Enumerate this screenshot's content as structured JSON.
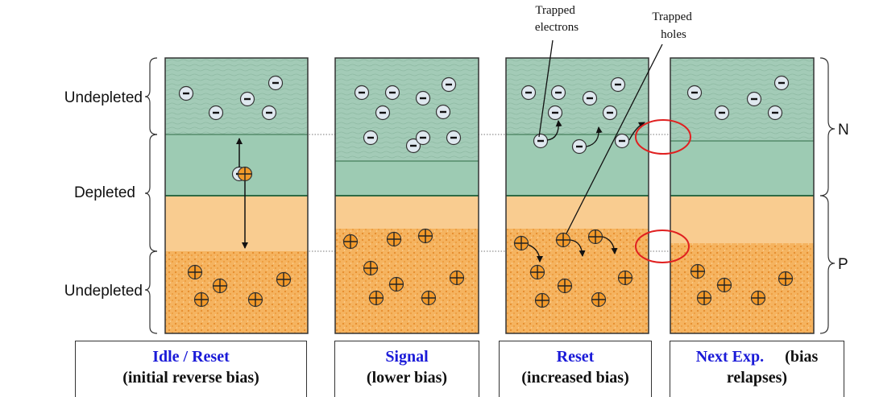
{
  "left_labels": {
    "undepleted_top": "Undepleted",
    "depleted": "Depleted",
    "undepleted_bottom": "Undepleted"
  },
  "right_labels": {
    "n": "N",
    "p": "P"
  },
  "annotations": {
    "trapped_electrons": [
      "Trapped",
      "electrons"
    ],
    "trapped_holes": [
      "Trapped",
      "holes"
    ]
  },
  "panels": [
    {
      "title": "Idle / Reset",
      "subtitle": "(initial reverse bias)"
    },
    {
      "title": "Signal",
      "subtitle": "(lower bias)"
    },
    {
      "title": "Reset",
      "subtitle": "(increased bias)"
    },
    {
      "title": "Next Exp.",
      "title_extra": "(bias",
      "subtitle": "relapses)"
    }
  ],
  "colors": {
    "undepleted_n": "#a3cbb7",
    "depleted_n": "#9dcbb3",
    "depleted_p": "#f9cc90",
    "undepleted_p": "#f5b35f",
    "boundary": "#2e6b45",
    "highlight_circle": "#e02020",
    "title_blue": "#1a1ad8"
  },
  "symbols": {
    "electron": "minus-circle-icon",
    "hole": "plus-circle-icon"
  }
}
